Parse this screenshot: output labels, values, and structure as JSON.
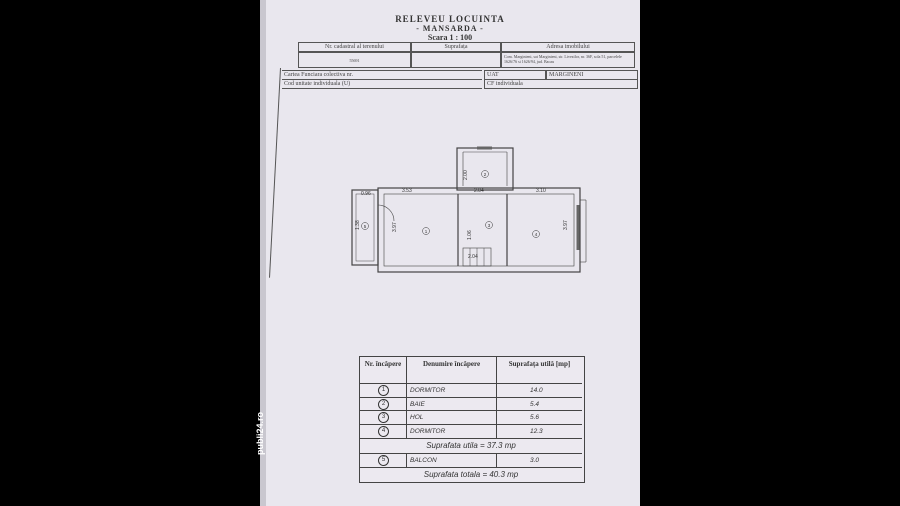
{
  "header": {
    "title": "RELEVEU LOCUINTA",
    "subtitle": "- MANSARDA -",
    "scale": "Scara 1 : 100"
  },
  "info_table": {
    "col1_header": "Nr. cadastral al terenului",
    "col2_header": "Suprafața",
    "col3_header": "Adresa imobilului",
    "cadastral_no": "55691",
    "address": "Com. Marginieni, sat Marginieni, str. Livezilor, nr. 36F, sola 51, parcelele 1626/76 si 1626/94, jud. Bacau",
    "carte_funciara": "Cartea Funciara colectiva nr.",
    "cod_unitate": "Cod unitate individuala (U)",
    "uat_label": "UAT",
    "uat_value": "MARGINENI",
    "cf_label": "CF individuala"
  },
  "plan": {
    "dims": [
      "3.53",
      "2.04",
      "3.10",
      "2.00",
      "3.97",
      "3.97",
      "0.96",
      "1.38",
      "2.04",
      "1.06"
    ],
    "room_numbers": [
      "1",
      "2",
      "3",
      "4",
      "5"
    ]
  },
  "legend": {
    "col_nr": "Nr. încăpere",
    "col_name": "Denumire încăpere",
    "col_area": "Suprafața utilă [mp]",
    "rooms": [
      {
        "nr": "1",
        "name": "DORMITOR",
        "area": "14.0"
      },
      {
        "nr": "2",
        "name": "BAIE",
        "area": "5.4"
      },
      {
        "nr": "3",
        "name": "HOL",
        "area": "5.6"
      },
      {
        "nr": "4",
        "name": "DORMITOR",
        "area": "12.3"
      }
    ],
    "useful_total": "Suprafata utila = 37.3 mp",
    "balcony": {
      "nr": "5",
      "name": "BALCON",
      "area": "3.0"
    },
    "grand_total": "Suprafata totala = 40.3 mp"
  },
  "watermark": "publi24.ro"
}
